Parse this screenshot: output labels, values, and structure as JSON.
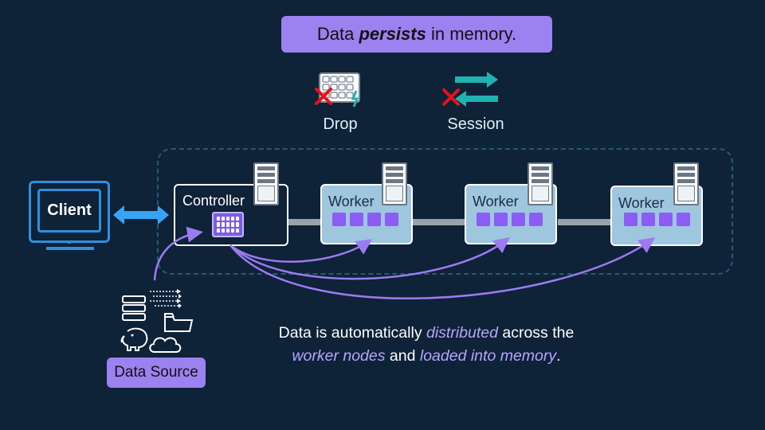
{
  "banner": {
    "prefix": "Data ",
    "emphasis": "persists",
    "suffix": " in memory."
  },
  "icons": {
    "drop_label": "Drop",
    "session_label": "Session"
  },
  "client": {
    "label": "Client"
  },
  "controller": {
    "label": "Controller"
  },
  "workers": [
    {
      "label": "Worker"
    },
    {
      "label": "Worker"
    },
    {
      "label": "Worker"
    }
  ],
  "data_source": {
    "label": "Data Source"
  },
  "caption": {
    "line1_pre": "Data is automatically ",
    "line1_em": "distributed",
    "line1_post": " across the",
    "line2_em1": "worker nodes",
    "line2_mid": " and ",
    "line2_em2": "loaded into memory",
    "line2_post": "."
  },
  "colors": {
    "background": "#0e2238",
    "accent": "#9b82f0",
    "arrow": "#9c7bf0",
    "client_blue": "#2f8fde",
    "teal": "#20b2b0",
    "x_red": "#e8101a"
  }
}
